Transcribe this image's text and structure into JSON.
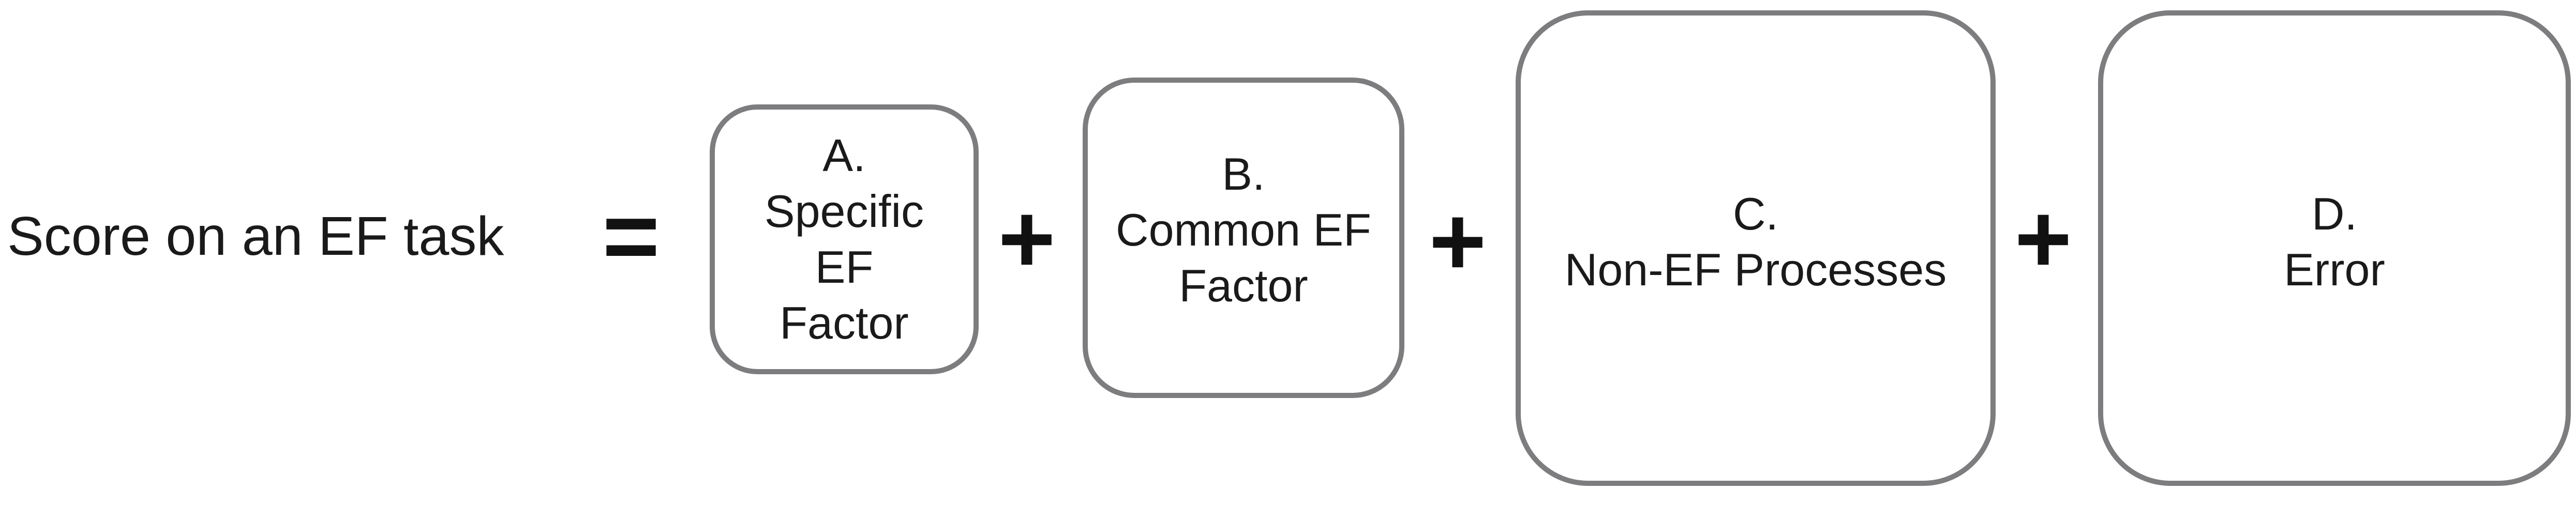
{
  "equation": {
    "lhs": "Score on an EF task",
    "equals": "=",
    "plus": "+"
  },
  "components": [
    {
      "letter": "A.",
      "lines": [
        "Specific",
        "EF",
        "Factor"
      ]
    },
    {
      "letter": "B.",
      "lines": [
        "Common EF",
        "Factor"
      ]
    },
    {
      "letter": "C.",
      "lines": [
        "Non-EF Processes"
      ]
    },
    {
      "letter": "D.",
      "lines": [
        "Error"
      ]
    }
  ]
}
